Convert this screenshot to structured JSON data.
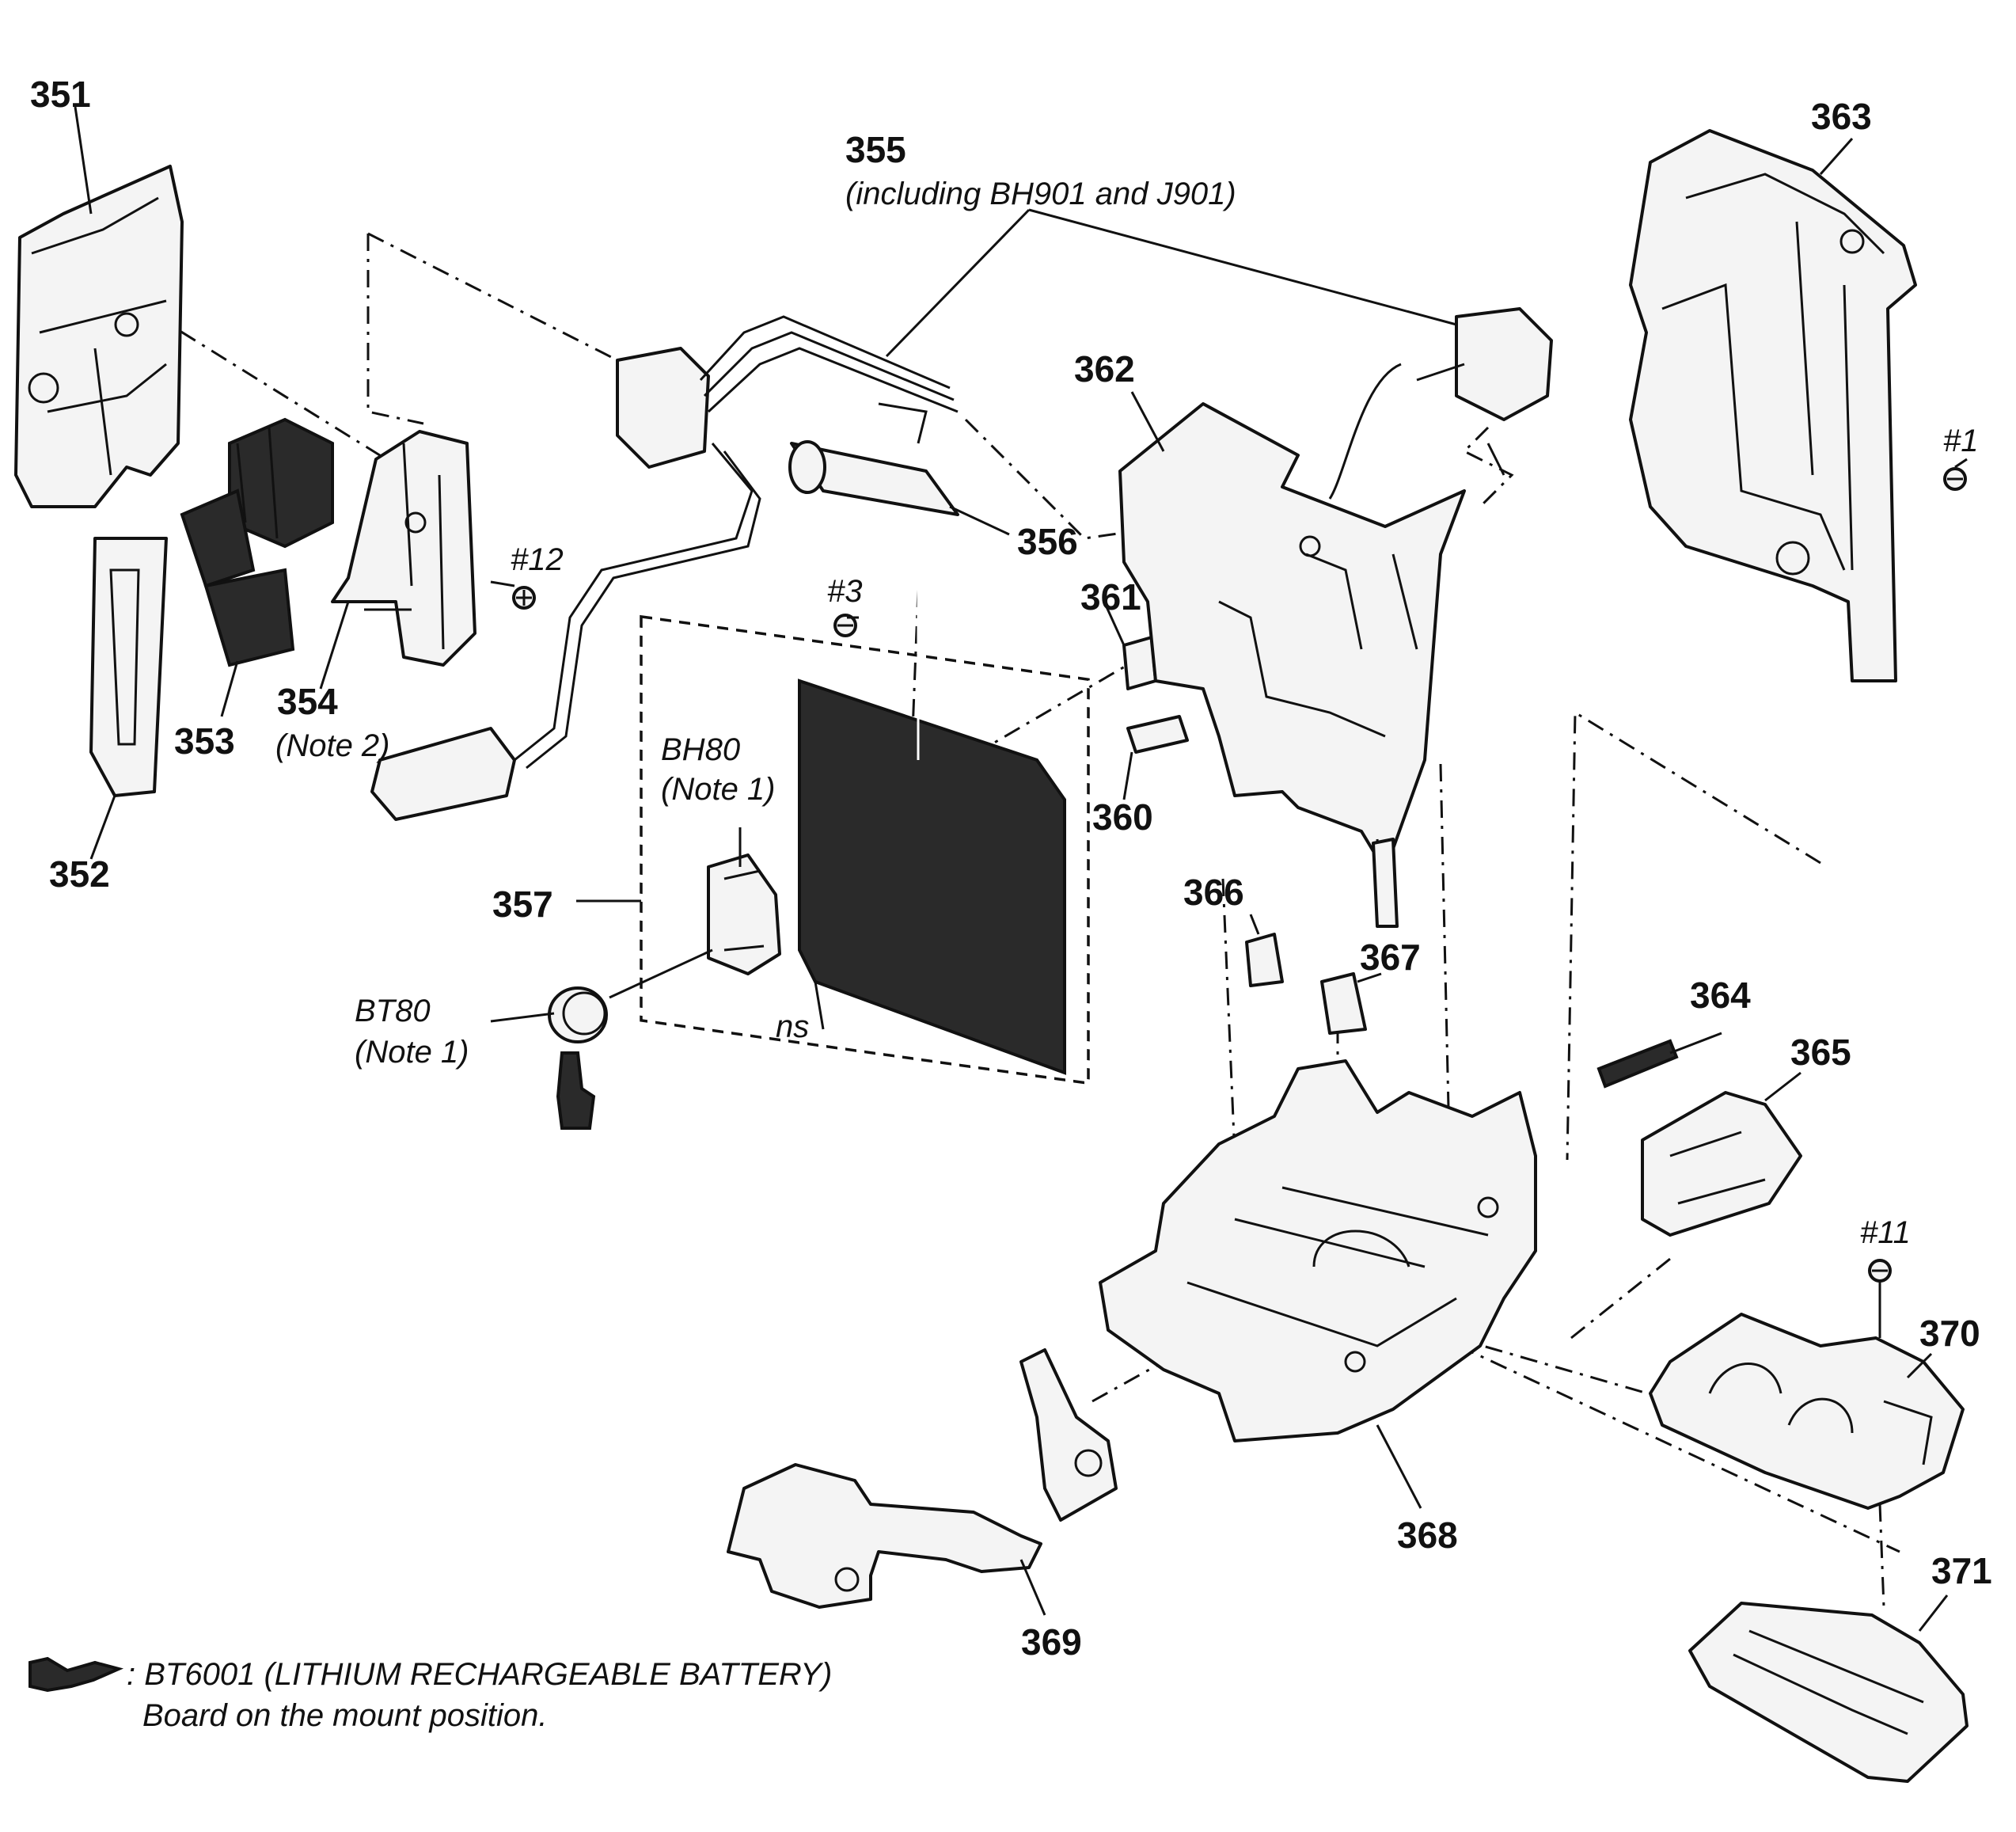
{
  "callouts": {
    "c351": "351",
    "c352": "352",
    "c353": "353",
    "c354": "354",
    "c355": "355",
    "c356": "356",
    "c357": "357",
    "c360": "360",
    "c361": "361",
    "c362": "362",
    "c363": "363",
    "c364": "364",
    "c365": "365",
    "c366": "366",
    "c367": "367",
    "c368": "368",
    "c369": "369",
    "c370": "370",
    "c371": "371"
  },
  "screws": {
    "s1": "#1",
    "s3": "#3",
    "s11": "#11",
    "s12": "#12"
  },
  "notes": {
    "n355": "(including BH901 and J901)",
    "n354": "(Note 2)",
    "bh80": "BH80",
    "bh80_note": "(Note 1)",
    "bt80": "BT80",
    "bt80_note": "(Note 1)",
    "ns": "ns"
  },
  "legend": {
    "line1": ": BT6001 (LITHIUM RECHARGEABLE BATTERY)",
    "line2": "Board on the mount position."
  }
}
